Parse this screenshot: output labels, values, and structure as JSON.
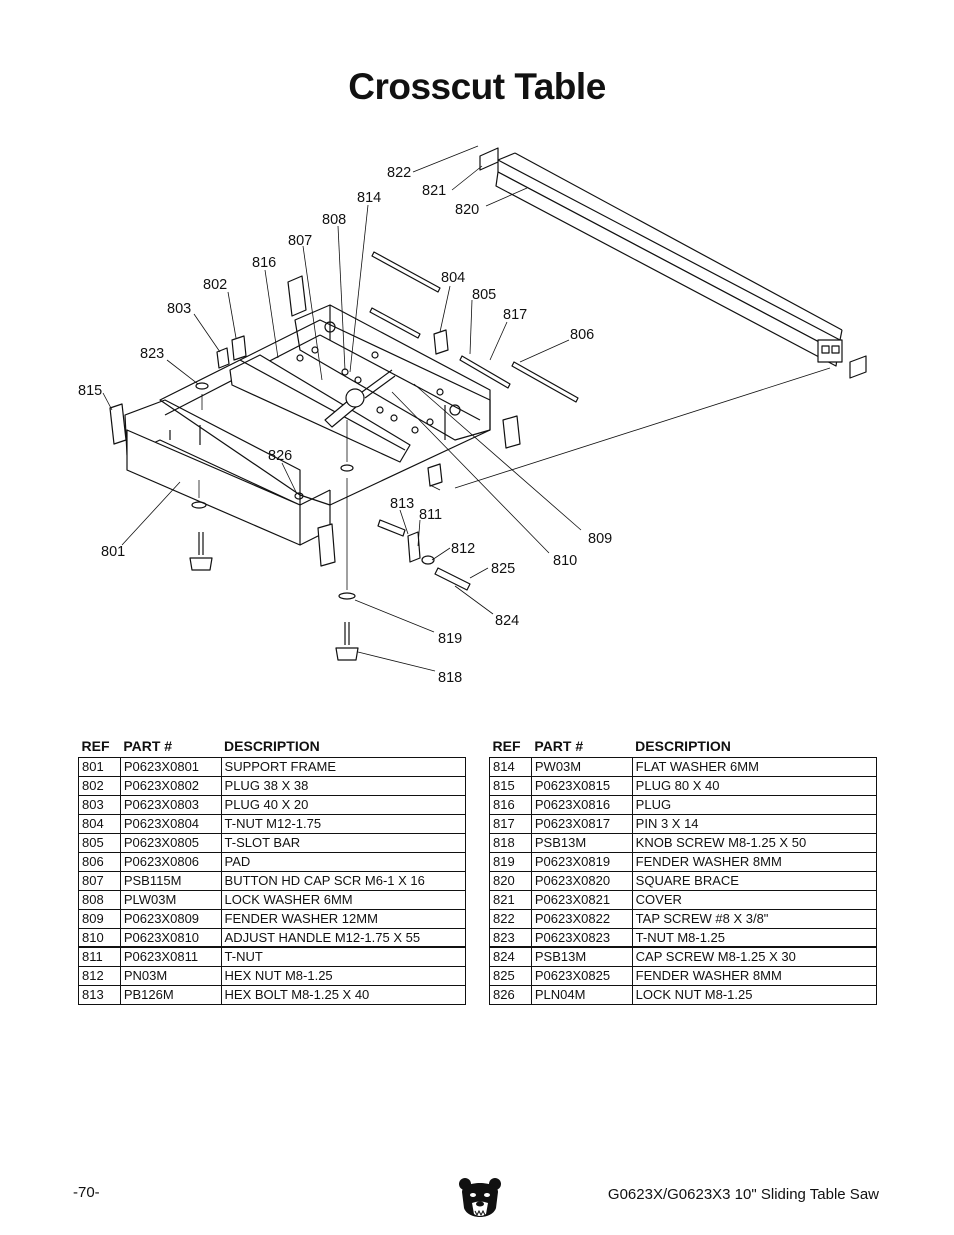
{
  "page": {
    "title": "Crosscut Table",
    "page_number": "-70-",
    "model": "G0623X/G0623X3 10\" Sliding Table Saw"
  },
  "diagram": {
    "callouts": [
      "822",
      "821",
      "820",
      "814",
      "808",
      "807",
      "816",
      "802",
      "803",
      "804",
      "805",
      "817",
      "806",
      "823",
      "815",
      "826",
      "801",
      "813",
      "811",
      "812",
      "825",
      "810",
      "809",
      "824",
      "819",
      "818"
    ]
  },
  "table_headers": {
    "ref": "REF",
    "part": "PART #",
    "desc": "DESCRIPTION"
  },
  "parts_left": [
    {
      "ref": "801",
      "part": "P0623X0801",
      "desc": "SUPPORT FRAME"
    },
    {
      "ref": "802",
      "part": "P0623X0802",
      "desc": "PLUG 38 X 38"
    },
    {
      "ref": "803",
      "part": "P0623X0803",
      "desc": "PLUG 40 X 20"
    },
    {
      "ref": "804",
      "part": "P0623X0804",
      "desc": "T-NUT M12-1.75"
    },
    {
      "ref": "805",
      "part": "P0623X0805",
      "desc": "T-SLOT BAR"
    },
    {
      "ref": "806",
      "part": "P0623X0806",
      "desc": "PAD"
    },
    {
      "ref": "807",
      "part": "PSB115M",
      "desc": "BUTTON HD CAP SCR M6-1 X 16"
    },
    {
      "ref": "808",
      "part": "PLW03M",
      "desc": "LOCK WASHER 6MM"
    },
    {
      "ref": "809",
      "part": "P0623X0809",
      "desc": "FENDER WASHER 12MM"
    },
    {
      "ref": "810",
      "part": "P0623X0810",
      "desc": "ADJUST HANDLE M12-1.75 X 55"
    },
    {
      "ref": "811",
      "part": "P0623X0811",
      "desc": "T-NUT"
    },
    {
      "ref": "812",
      "part": "PN03M",
      "desc": "HEX NUT M8-1.25"
    },
    {
      "ref": "813",
      "part": "PB126M",
      "desc": "HEX BOLT M8-1.25 X 40"
    }
  ],
  "parts_right": [
    {
      "ref": "814",
      "part": "PW03M",
      "desc": "FLAT WASHER 6MM"
    },
    {
      "ref": "815",
      "part": "P0623X0815",
      "desc": "PLUG 80 X 40"
    },
    {
      "ref": "816",
      "part": "P0623X0816",
      "desc": "PLUG"
    },
    {
      "ref": "817",
      "part": "P0623X0817",
      "desc": "PIN 3 X 14"
    },
    {
      "ref": "818",
      "part": "PSB13M",
      "desc": "KNOB SCREW M8-1.25 X 50"
    },
    {
      "ref": "819",
      "part": "P0623X0819",
      "desc": "FENDER WASHER 8MM"
    },
    {
      "ref": "820",
      "part": "P0623X0820",
      "desc": "SQUARE BRACE"
    },
    {
      "ref": "821",
      "part": "P0623X0821",
      "desc": "COVER"
    },
    {
      "ref": "822",
      "part": "P0623X0822",
      "desc": "TAP SCREW #8 X 3/8\""
    },
    {
      "ref": "823",
      "part": "P0623X0823",
      "desc": "T-NUT M8-1.25"
    },
    {
      "ref": "824",
      "part": "PSB13M",
      "desc": "CAP SCREW M8-1.25 X 30"
    },
    {
      "ref": "825",
      "part": "P0623X0825",
      "desc": "FENDER WASHER 8MM"
    },
    {
      "ref": "826",
      "part": "PLN04M",
      "desc": "LOCK NUT M8-1.25"
    }
  ]
}
